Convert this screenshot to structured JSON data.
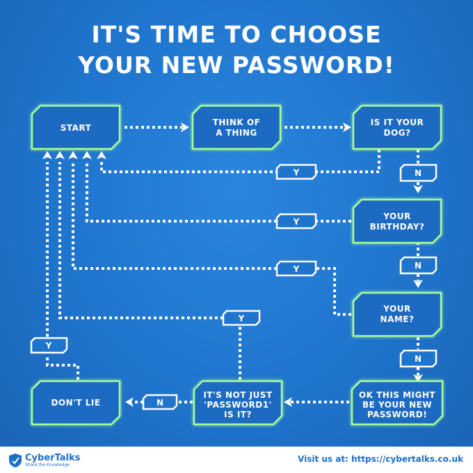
{
  "title": {
    "line1": "IT'S TIME TO CHOOSE",
    "line2": "YOUR NEW PASSWORD!"
  },
  "colors": {
    "background": "#1f74cc",
    "node_border": "#a8ff98",
    "connector": "#ffffff",
    "footer_text": "#1d6fc4"
  },
  "nodes": {
    "start": [
      "START"
    ],
    "think": [
      "THINK OF",
      "A THING"
    ],
    "dog": [
      "IS IT YOUR",
      "DOG?"
    ],
    "birthday": [
      "YOUR",
      "BIRTHDAY?"
    ],
    "name": [
      "YOUR",
      "NAME?"
    ],
    "ok": [
      "OK THIS MIGHT",
      "BE YOUR NEW",
      "PASSWORD!"
    ],
    "password1": [
      "IT'S NOT JUST",
      "'PASSWORD1'",
      "IS IT?"
    ],
    "dontlie": [
      "DON'T LIE"
    ]
  },
  "labels": {
    "yes_dog": "Y",
    "no_dog": "N",
    "yes_birthday": "Y",
    "no_birthday": "N",
    "yes_name": "Y",
    "no_name": "N",
    "yes_password1": "Y",
    "no_password1": "N",
    "yes_dontlie": "Y"
  },
  "footer": {
    "brand": "CyberTalks",
    "tagline": "Share the Knowledge",
    "visit": "Visit us at: https://cybertalks.co.uk"
  }
}
